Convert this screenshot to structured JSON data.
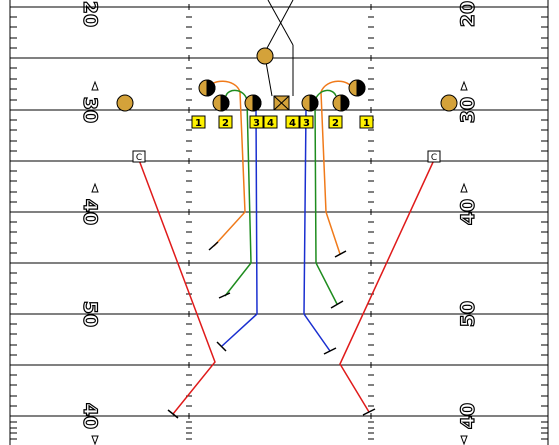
{
  "yard_numbers": {
    "left": [
      "20",
      "30",
      "40",
      "50",
      "40"
    ],
    "right": [
      "20",
      "30",
      "40",
      "50",
      "40"
    ]
  },
  "gap_labels": {
    "left": [
      "1",
      "2",
      "3",
      "4"
    ],
    "right": [
      "4",
      "3",
      "2",
      "1"
    ]
  },
  "corner_label": "C",
  "colors": {
    "player_fill": "#D4A23A",
    "gap_fill": "#FFF200",
    "route_orange": "#F07A1A",
    "route_green": "#1E8C1E",
    "route_blue": "#1A2FD0",
    "route_red": "#E01B1B"
  }
}
